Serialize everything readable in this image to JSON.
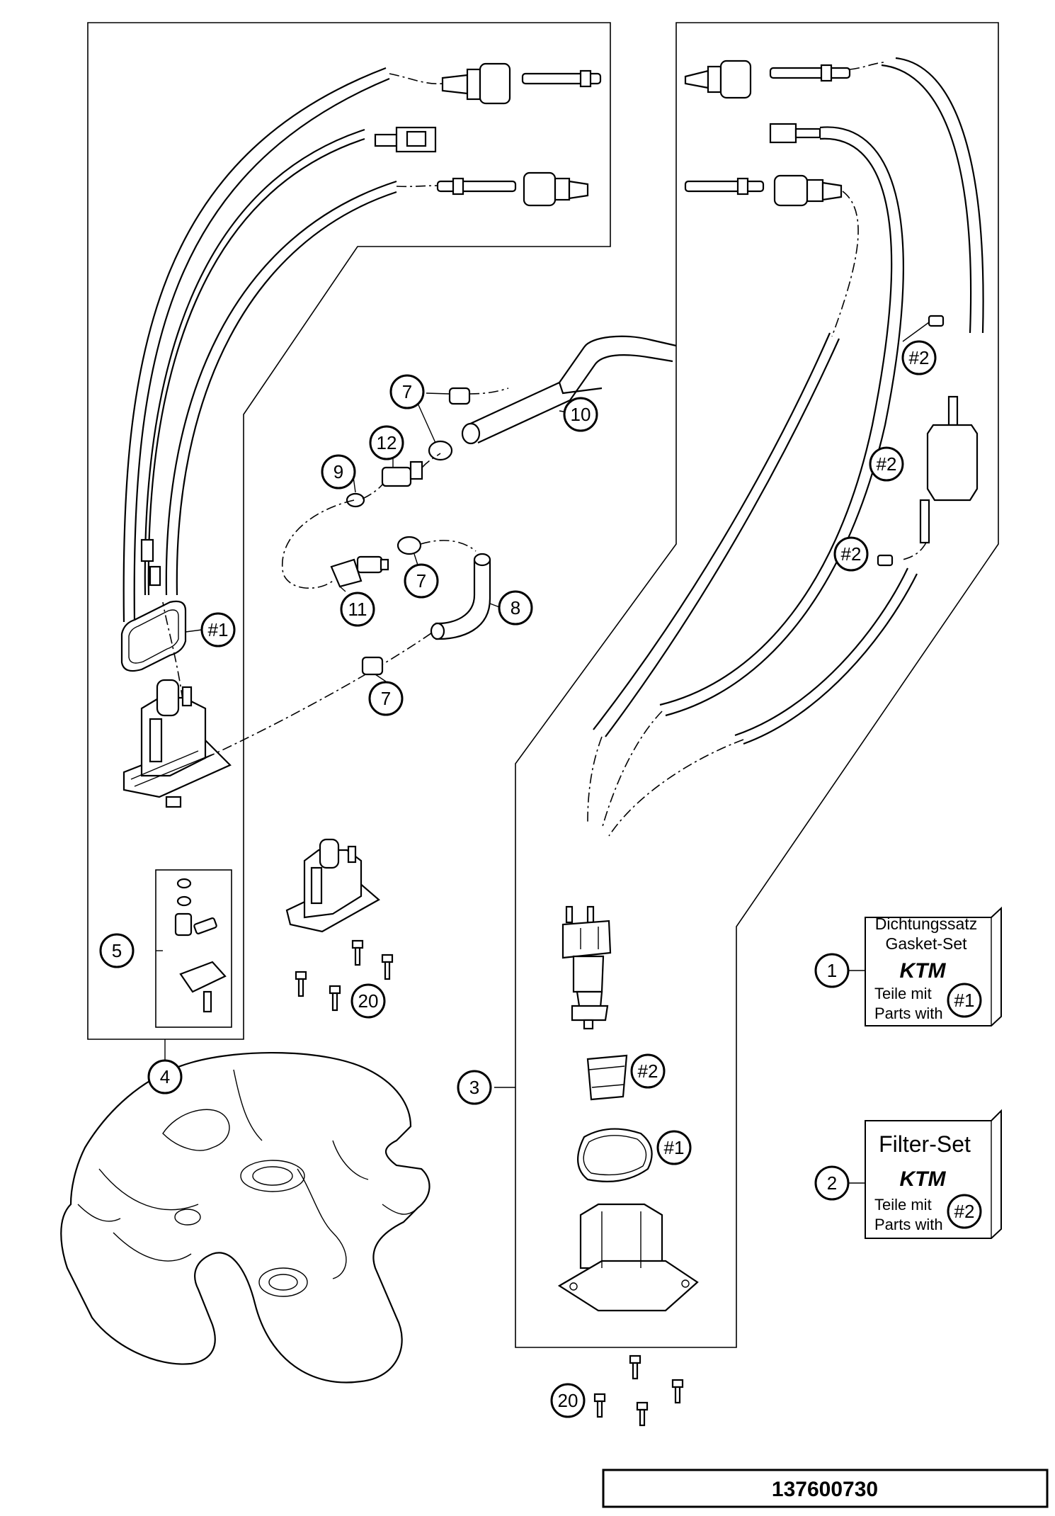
{
  "callouts": {
    "c1": "1",
    "c2": "2",
    "c3": "3",
    "c4": "4",
    "c5": "5",
    "c7": "7",
    "c8": "8",
    "c9": "9",
    "c10": "10",
    "c11": "11",
    "c12": "12",
    "c20": "20",
    "h1": "#1",
    "h2": "#2"
  },
  "kits": {
    "gasket_line1": "Dichtungssatz",
    "gasket_line2": "Gasket-Set",
    "filter_title": "Filter-Set",
    "brand": "KTM",
    "parts_de": "Teile mit",
    "parts_en": "Parts with"
  },
  "document_number": "137600730"
}
